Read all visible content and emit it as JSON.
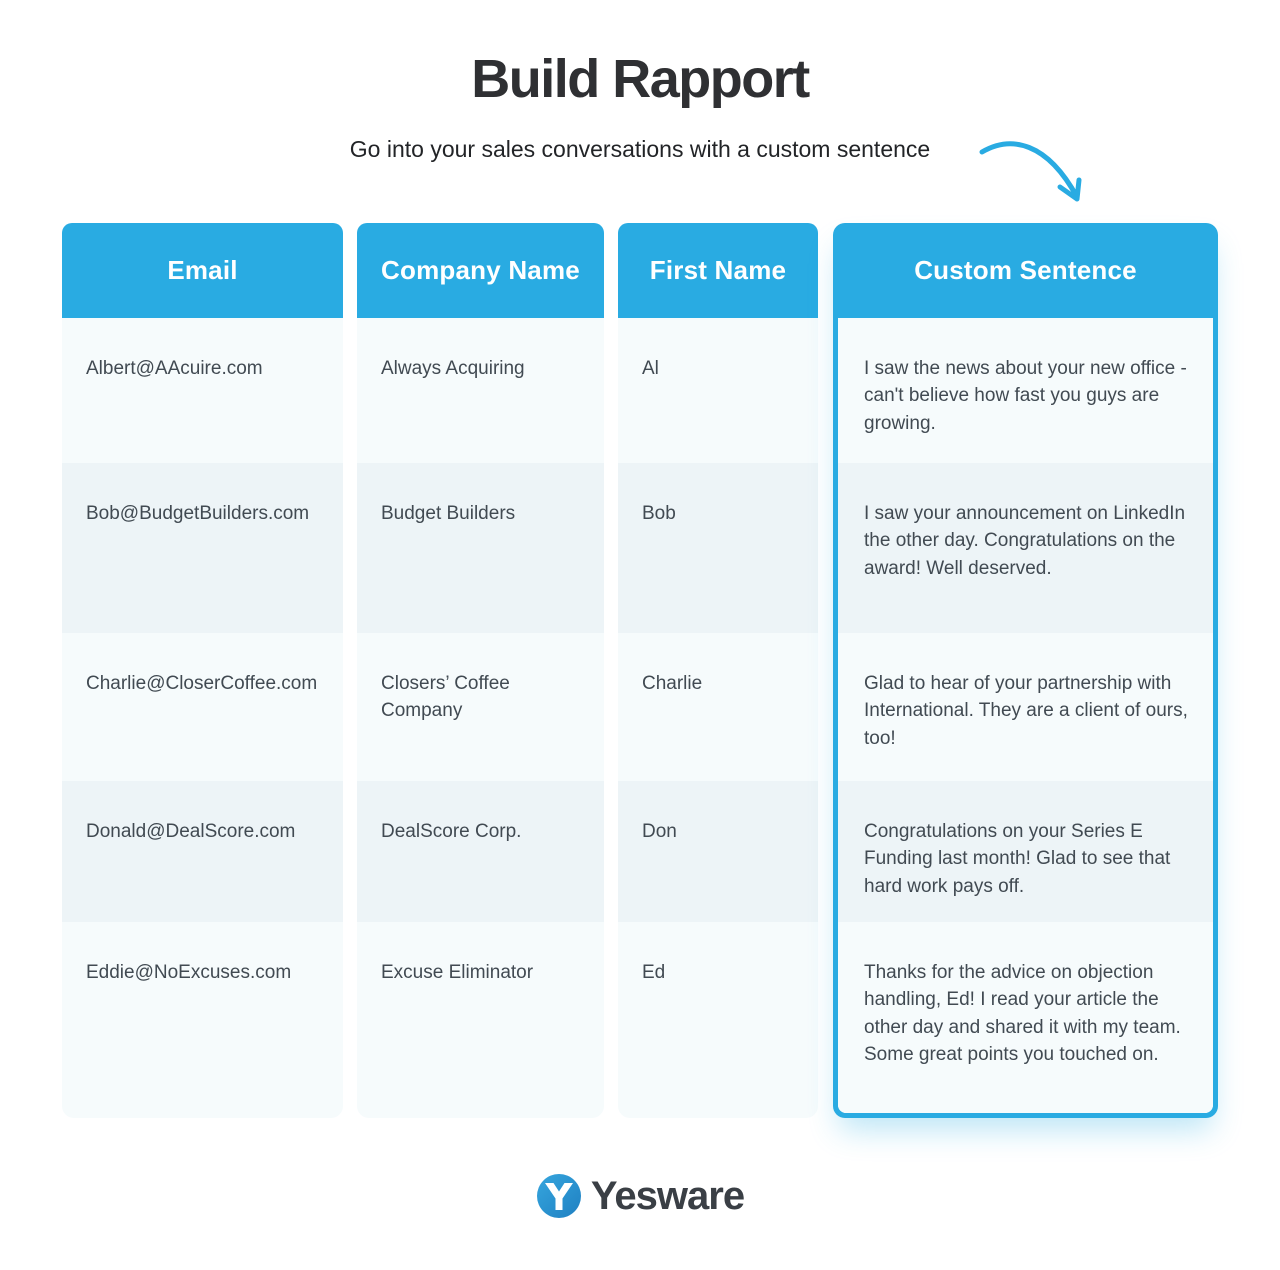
{
  "header": {
    "title": "Build Rapport",
    "subtitle": "Go into your sales conversations with a custom sentence"
  },
  "table": {
    "columns": [
      {
        "label": "Email"
      },
      {
        "label": "Company Name"
      },
      {
        "label": "First Name"
      },
      {
        "label": "Custom Sentence"
      }
    ],
    "rows": [
      {
        "email": "Albert@AAcuire.com",
        "company": "Always Acquiring",
        "first_name": "Al",
        "custom_sentence": "I saw the news about your new office - can't believe how fast you guys are growing."
      },
      {
        "email": "Bob@BudgetBuilders.com",
        "company": "Budget Builders",
        "first_name": "Bob",
        "custom_sentence": "I saw your announcement on LinkedIn the other day. Congratulations on the award! Well deserved."
      },
      {
        "email": "Charlie@CloserCoffee.com",
        "company": "Closers’ Coffee Company",
        "first_name": "Charlie",
        "custom_sentence": "Glad to hear of your partnership with International. They are a client of ours, too!"
      },
      {
        "email": "Donald@DealScore.com",
        "company": "DealScore Corp.",
        "first_name": "Don",
        "custom_sentence": "Congratulations on your Series E Funding last month! Glad to see that hard work pays off."
      },
      {
        "email": "Eddie@NoExcuses.com",
        "company": "Excuse Eliminator",
        "first_name": "Ed",
        "custom_sentence": "Thanks for the advice on objection handling, Ed! I read your article the other day and shared it with my team. Some great points you touched on."
      }
    ]
  },
  "footer": {
    "brand": "Yesware"
  },
  "colors": {
    "accent": "#29ABE2",
    "row_light": "#F6FBFC",
    "row_dark": "#EDF4F7",
    "text": "#414A52",
    "title": "#2F3033",
    "logo_circle": "#2795D2"
  }
}
